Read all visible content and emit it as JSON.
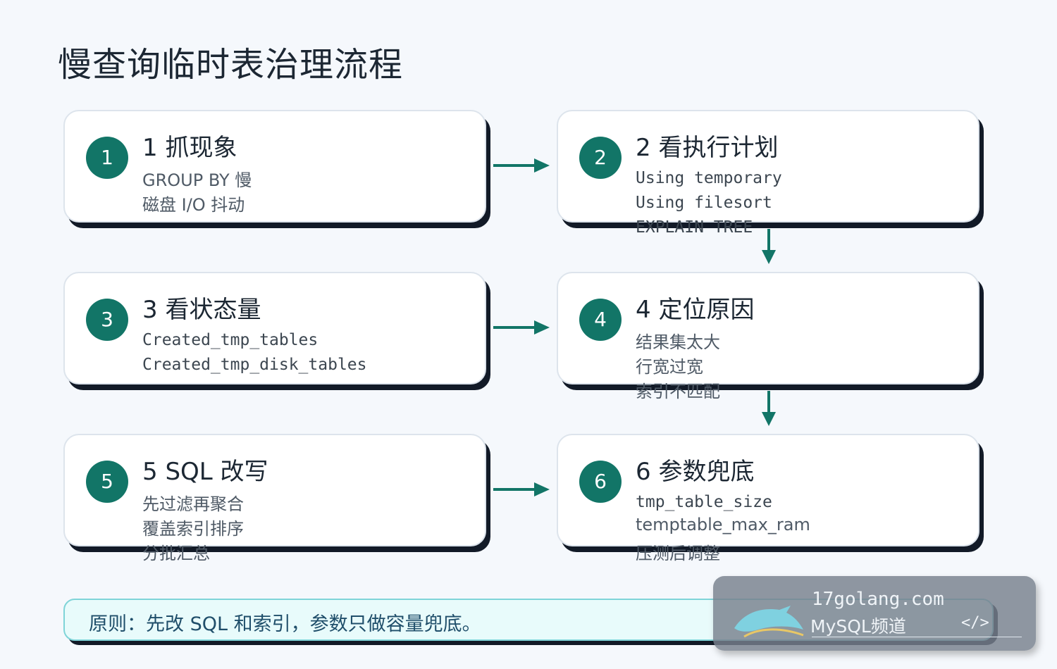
{
  "page": {
    "title": "慢查询临时表治理流程"
  },
  "steps": [
    {
      "num": "1",
      "title": "1 抓现象",
      "lines": [
        "GROUP BY 慢",
        "磁盘 I/O 抖动"
      ]
    },
    {
      "num": "2",
      "title": "2 看执行计划",
      "lines": [
        "Using temporary",
        "Using filesort",
        "EXPLAIN TREE"
      ]
    },
    {
      "num": "3",
      "title": "3 看状态量",
      "lines": [
        "Created_tmp_tables",
        "Created_tmp_disk_tables"
      ]
    },
    {
      "num": "4",
      "title": "4 定位原因",
      "lines": [
        "结果集太大",
        "行宽过宽",
        "索引不匹配"
      ]
    },
    {
      "num": "5",
      "title": "5 SQL 改写",
      "lines": [
        "先过滤再聚合",
        "覆盖索引排序",
        "分批汇总"
      ]
    },
    {
      "num": "6",
      "title": "6 参数兜底",
      "lines": [
        "tmp_table_size",
        "temptable_max_ram",
        "压测后调整"
      ]
    }
  ],
  "note": {
    "text": "原则：先改 SQL 和索引，参数只做容量兜底。"
  },
  "watermark": {
    "site": "17golang.com",
    "channel": "MySQL频道",
    "code": "</>"
  },
  "colors": {
    "accent": "#127567",
    "shadow": "#121a27",
    "note_bg": "#e8fbfb",
    "note_border": "#7fd4d8"
  }
}
